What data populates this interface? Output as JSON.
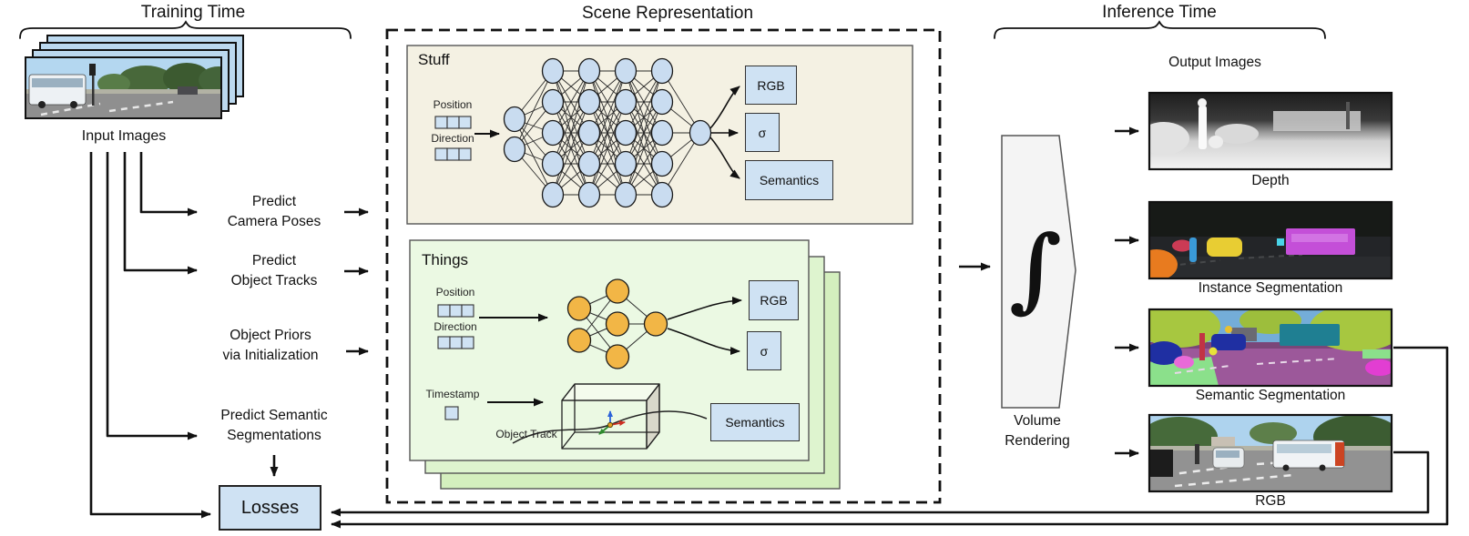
{
  "sections": {
    "training_title": "Training Time",
    "scene_title": "Scene Representation",
    "inference_title": "Inference Time"
  },
  "training": {
    "input_images_label": "Input Images",
    "predictions": [
      {
        "line1": "Predict",
        "line2": "Camera Poses"
      },
      {
        "line1": "Predict",
        "line2": "Object Tracks"
      },
      {
        "line1": "Object Priors",
        "line2": "via Initialization"
      },
      {
        "line1": "Predict Semantic",
        "line2": "Segmentations"
      }
    ],
    "losses_label": "Losses"
  },
  "scene": {
    "stuff": {
      "title": "Stuff",
      "position_label": "Position",
      "direction_label": "Direction",
      "outputs": {
        "rgb": "RGB",
        "sigma": "σ",
        "semantics": "Semantics"
      }
    },
    "things": {
      "title": "Things",
      "position_label": "Position",
      "direction_label": "Direction",
      "timestamp_label": "Timestamp",
      "object_track_label": "Object Track",
      "outputs": {
        "rgb": "RGB",
        "sigma": "σ",
        "semantics": "Semantics"
      }
    }
  },
  "inference": {
    "volume_rendering": {
      "symbol": "∫",
      "line1": "Volume",
      "line2": "Rendering"
    },
    "output_images_label": "Output Images",
    "outputs": [
      {
        "caption": "Depth"
      },
      {
        "caption": "Instance Segmentation"
      },
      {
        "caption": "Semantic Segmentation"
      },
      {
        "caption": "RGB"
      }
    ]
  },
  "colors": {
    "node_blue": "#c9dcf0",
    "node_orange": "#f2b646",
    "box_blue": "#cfe2f3",
    "stuff_bg": "#f4f1e3",
    "things_bg": "#ebf9e3",
    "arrow": "#111111"
  }
}
